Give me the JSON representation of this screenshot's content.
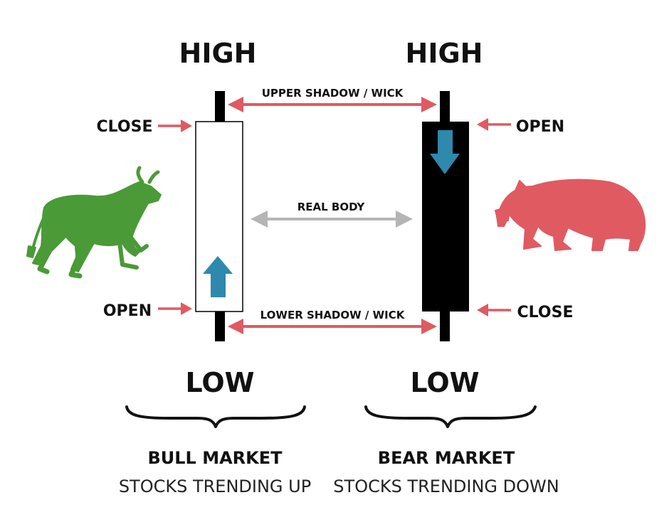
{
  "bull": {
    "high_label": "HIGH",
    "low_label": "LOW",
    "close_label": "CLOSE",
    "open_label": "OPEN",
    "market_title": "BULL MARKET",
    "market_subtitle": "STOCKS TRENDING UP",
    "animal_icon": "bull-icon",
    "animal_color": "#4a9a37",
    "body_color": "#ffffff"
  },
  "bear": {
    "high_label": "HIGH",
    "low_label": "LOW",
    "open_label": "OPEN",
    "close_label": "CLOSE",
    "market_title": "BEAR MARKET",
    "market_subtitle": "STOCKS TRENDING DOWN",
    "animal_icon": "bear-icon",
    "animal_color": "#e05a62",
    "body_color": "#000000"
  },
  "center": {
    "upper_shadow_label": "UPPER SHADOW / WICK",
    "real_body_label": "REAL BODY",
    "lower_shadow_label": "LOWER SHADOW / WICK"
  },
  "colors": {
    "red_arrow": "#e05a62",
    "gray_arrow": "#b5b5b5",
    "blue_arrow": "#2f88ad",
    "wick": "#000000"
  }
}
